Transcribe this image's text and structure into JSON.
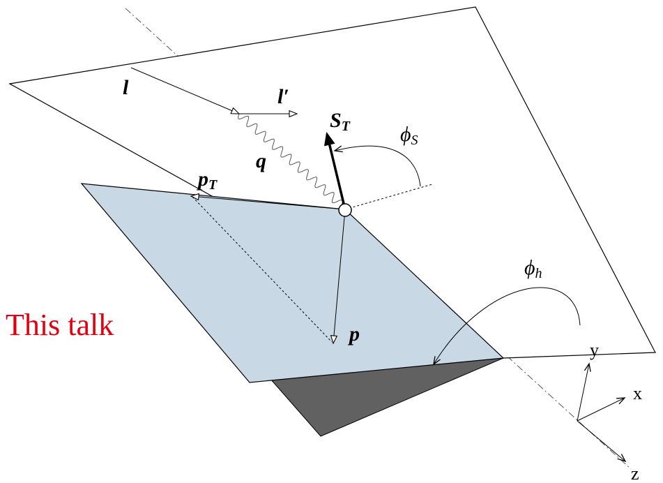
{
  "side_label": "This talk",
  "labels": {
    "l": "l",
    "l_prime": "l′",
    "q": "q",
    "S_T_main": "S",
    "S_T_sub": "T",
    "phi_S_main": "ϕ",
    "phi_S_sub": "S",
    "p_T_main": "p",
    "p_T_sub": "T",
    "phi_h_main": "ϕ",
    "phi_h_sub": "h",
    "p": "p",
    "axis_x": "x",
    "axis_y": "y",
    "axis_z": "z"
  },
  "colors": {
    "hadron_plane": "#c8d8e4",
    "dark_face": "#616161",
    "talk_text": "#e0000f"
  }
}
